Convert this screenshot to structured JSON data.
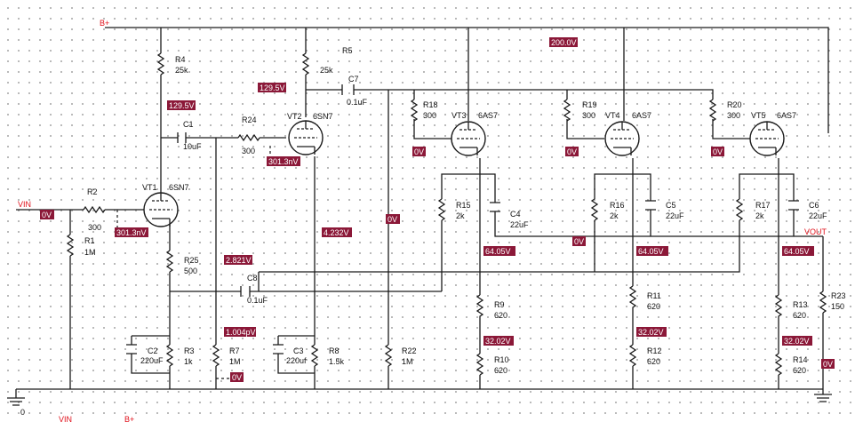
{
  "nets": {
    "bplus": "B+",
    "vin": "VIN",
    "vout": "VOUT"
  },
  "ground": {
    "label": "0"
  },
  "components": {
    "r1": {
      "name": "R1",
      "value": "1M"
    },
    "r2": {
      "name": "R2",
      "value": "300"
    },
    "r3": {
      "name": "R3",
      "value": "1k"
    },
    "r4": {
      "name": "R4",
      "value": "25k"
    },
    "r5": {
      "name": "R5",
      "value": "25k"
    },
    "r7": {
      "name": "R7",
      "value": "1M"
    },
    "r8": {
      "name": "R8",
      "value": "1.5k"
    },
    "r9": {
      "name": "R9",
      "value": "620"
    },
    "r10": {
      "name": "R10",
      "value": "620"
    },
    "r11": {
      "name": "R11",
      "value": "620"
    },
    "r12": {
      "name": "R12",
      "value": "620"
    },
    "r13": {
      "name": "R13",
      "value": "620"
    },
    "r14": {
      "name": "R14",
      "value": "620"
    },
    "r15": {
      "name": "R15",
      "value": "2k"
    },
    "r16": {
      "name": "R16",
      "value": "2k"
    },
    "r17": {
      "name": "R17",
      "value": "2k"
    },
    "r18": {
      "name": "R18",
      "value": "300"
    },
    "r19": {
      "name": "R19",
      "value": "300"
    },
    "r20": {
      "name": "R20",
      "value": "300"
    },
    "r22": {
      "name": "R22",
      "value": "1M"
    },
    "r23": {
      "name": "R23",
      "value": "150"
    },
    "r24": {
      "name": "R24",
      "value": "300"
    },
    "r25": {
      "name": "R25",
      "value": "500"
    },
    "c1": {
      "name": "C1",
      "value": "10uF"
    },
    "c2": {
      "name": "C2",
      "value": "220uF"
    },
    "c3": {
      "name": "C3",
      "value": "220uf"
    },
    "c4": {
      "name": "C4",
      "value": "22uF"
    },
    "c5": {
      "name": "C5",
      "value": "22uF"
    },
    "c6": {
      "name": "C6",
      "value": "22uF"
    },
    "c7": {
      "name": "C7",
      "value": "0.1uF"
    },
    "c8": {
      "name": "C8",
      "value": "0.1uF"
    },
    "vt1": {
      "name": "VT1",
      "type": "6SN7"
    },
    "vt2": {
      "name": "VT2",
      "type": "6SN7"
    },
    "vt3": {
      "name": "VT3",
      "type": "6AS7"
    },
    "vt4": {
      "name": "VT4",
      "type": "6AS7"
    },
    "vt5": {
      "name": "VT5",
      "type": "6AS7"
    }
  },
  "probes": [
    {
      "text": "200.0V"
    },
    {
      "text": "129.5V"
    },
    {
      "text": "129.5V"
    },
    {
      "text": "301.3nV"
    },
    {
      "text": "301.3nV"
    },
    {
      "text": "0V"
    },
    {
      "text": "4.232V"
    },
    {
      "text": "0V"
    },
    {
      "text": "2.821V"
    },
    {
      "text": "1.004pV"
    },
    {
      "text": "0V"
    },
    {
      "text": "0V"
    },
    {
      "text": "0V"
    },
    {
      "text": "0V"
    },
    {
      "text": "0V"
    },
    {
      "text": "64.05V"
    },
    {
      "text": "64.05V"
    },
    {
      "text": "64.05V"
    },
    {
      "text": "32.02V"
    },
    {
      "text": "32.02V"
    },
    {
      "text": "32.02V"
    },
    {
      "text": "0V"
    }
  ],
  "colors": {
    "probe_tag_bg": "#8b1838",
    "probe_tag_text": "#ffffff",
    "net_label": "#e0101a",
    "wire": "#1a1a1a",
    "grid_dot": "#a8a8a8"
  }
}
